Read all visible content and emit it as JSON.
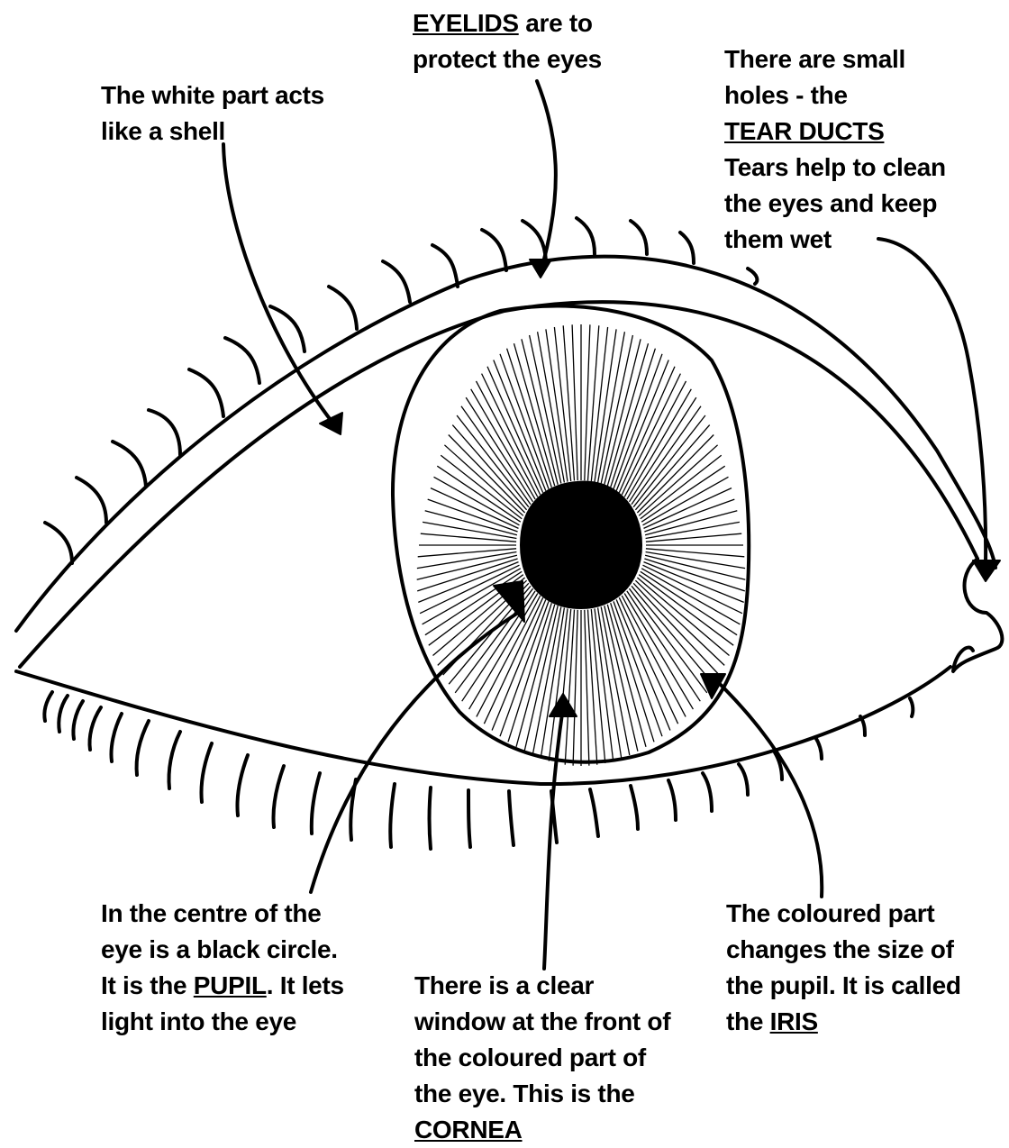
{
  "labels": {
    "eyelids": {
      "term": "EYELIDS",
      "line1_rest": " are to",
      "line2": "protect the eyes"
    },
    "white_part": {
      "line1": "The white part acts",
      "line2": "like a shell"
    },
    "tear_ducts": {
      "line1": "There are small",
      "line2": "holes - the",
      "term": "TEAR DUCTS",
      "line4": "Tears help to clean",
      "line5": "the eyes and keep",
      "line6": "them wet"
    },
    "pupil": {
      "line1": "In the centre of the",
      "line2": "eye is a black circle.",
      "line3_pre": "It is the ",
      "term": "PUPIL",
      "line3_post": ". It lets",
      "line4": "light into the eye"
    },
    "cornea": {
      "line1": "There is a clear",
      "line2": "window at the front of",
      "line3": "the coloured part of",
      "line4": "the eye. This is the",
      "term": "CORNEA"
    },
    "iris": {
      "line1": "The coloured part",
      "line2": "changes the size of",
      "line3": "the pupil. It is called",
      "line4_pre": "the ",
      "term": "IRIS"
    }
  }
}
